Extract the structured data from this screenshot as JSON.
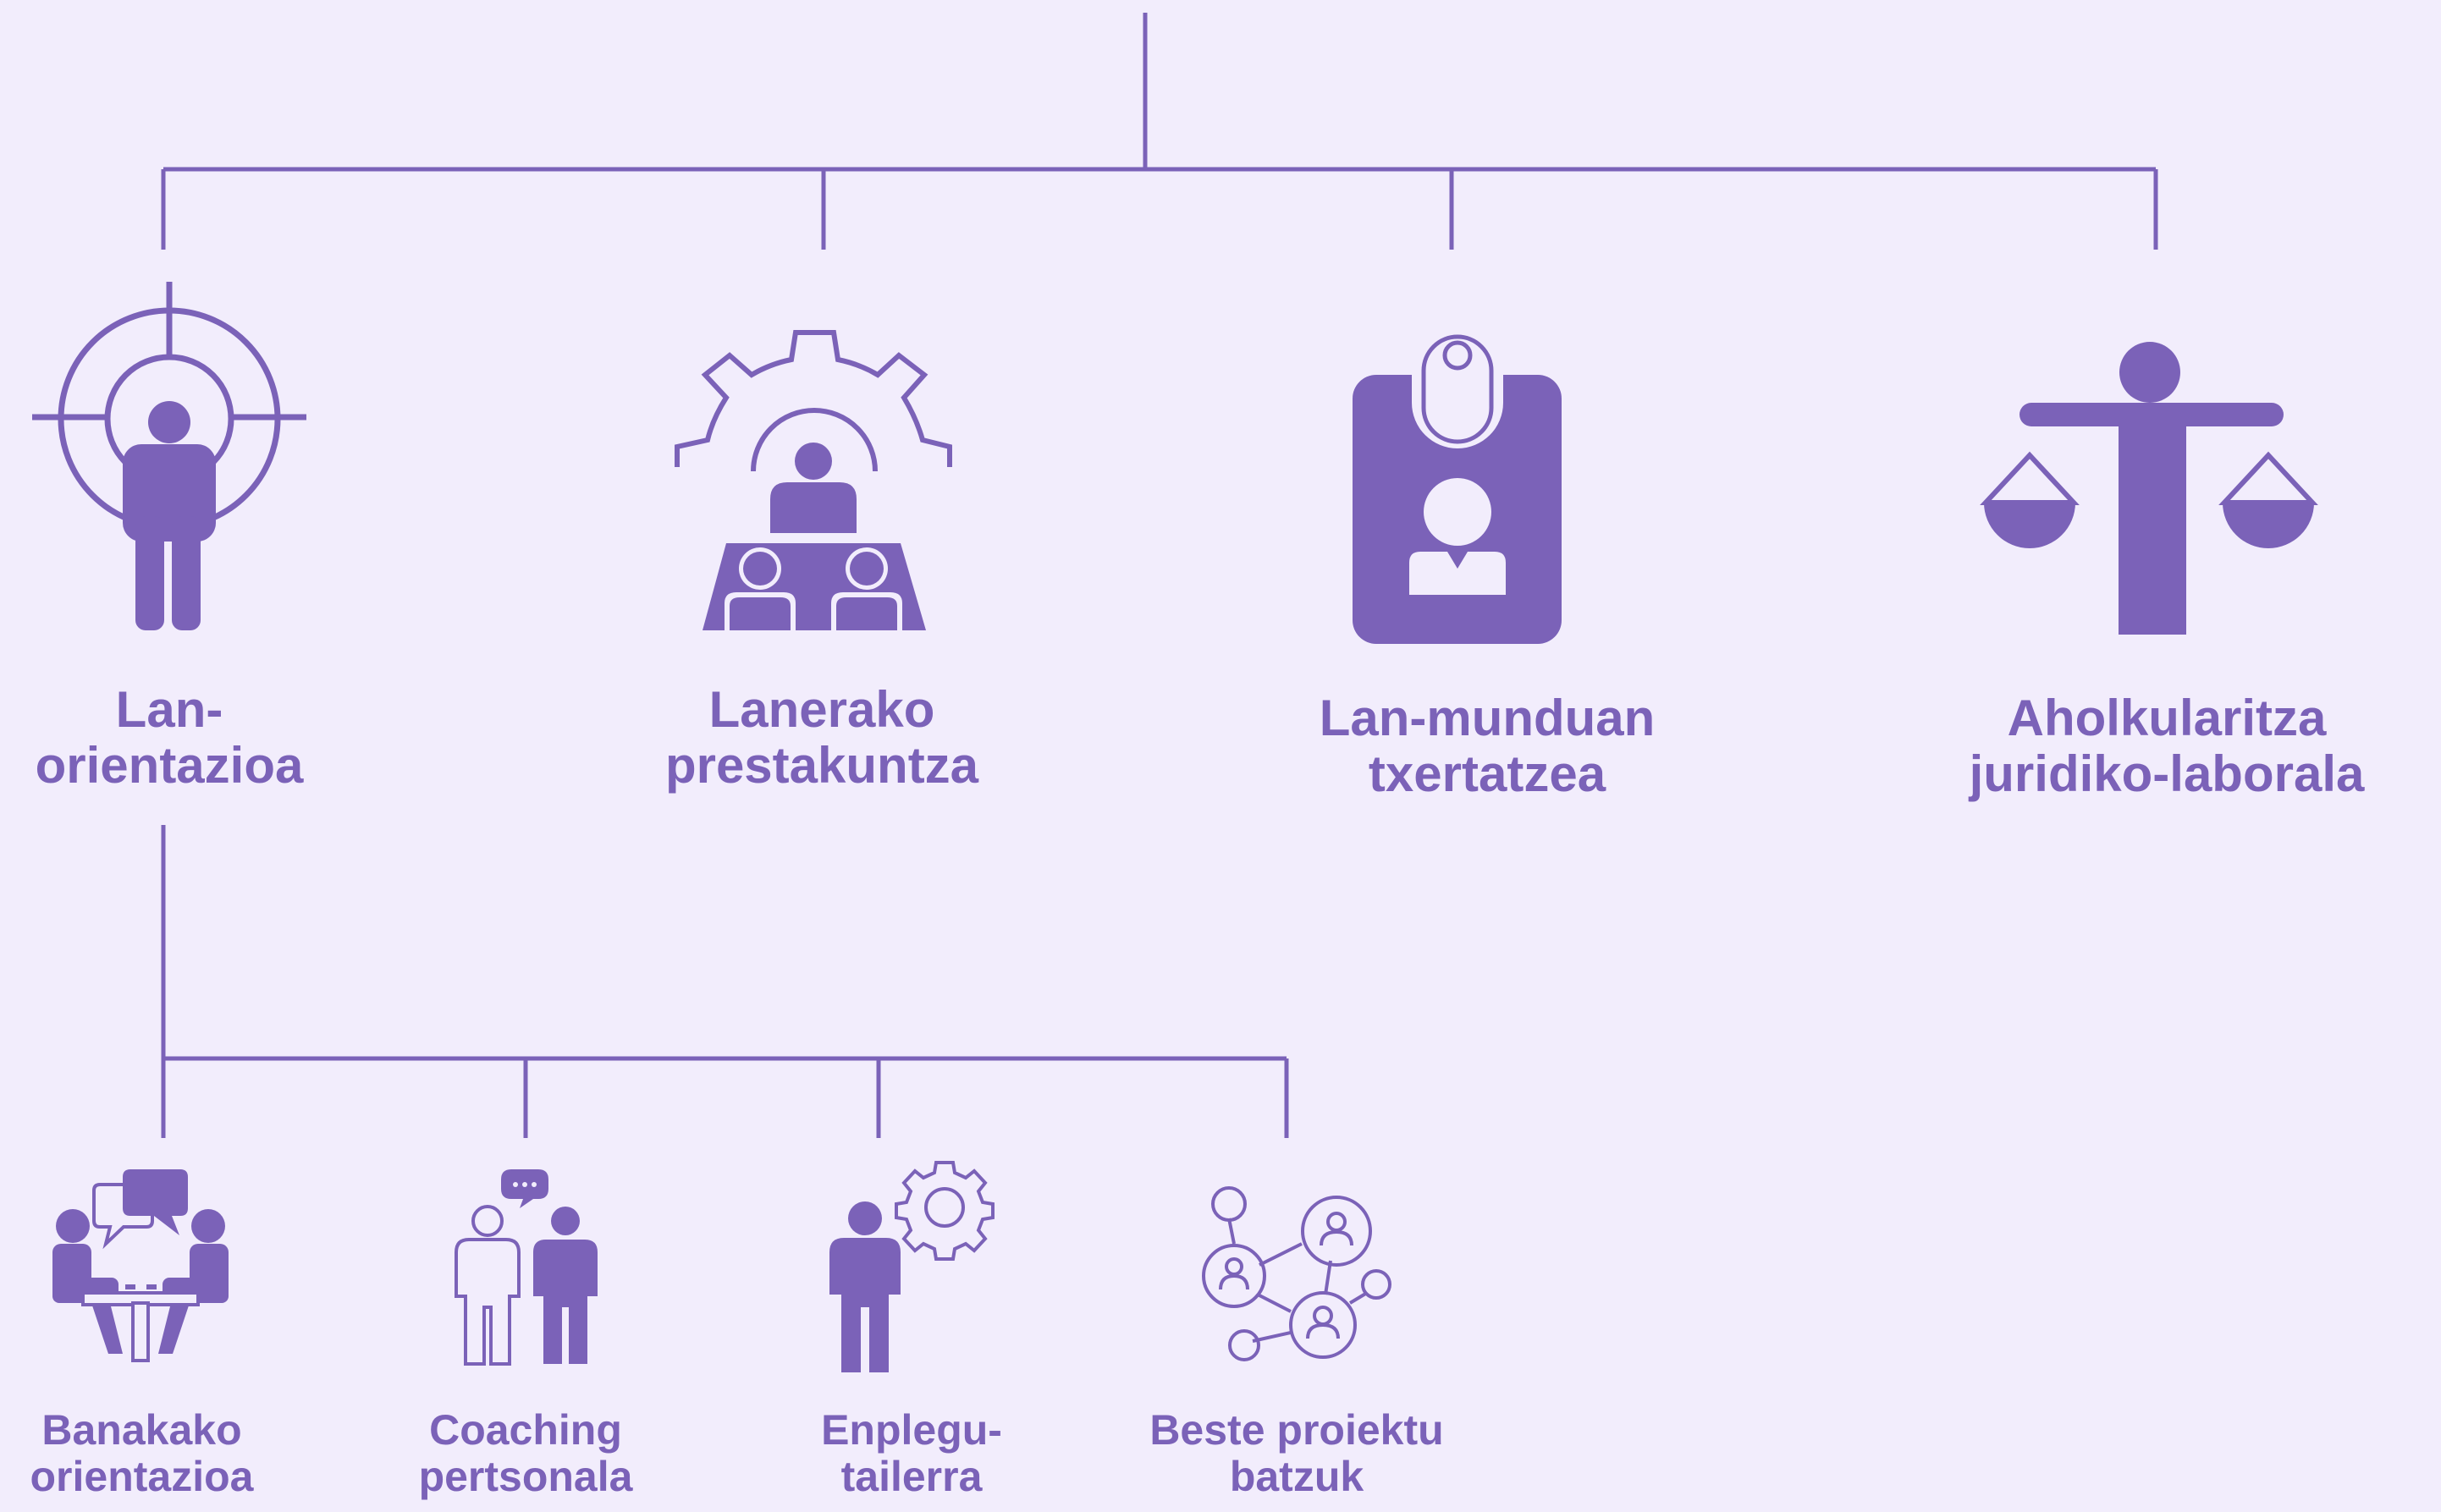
{
  "colors": {
    "background": "#f2edfc",
    "accent": "#7b62b8"
  },
  "categories": [
    {
      "icon": "target-person-icon",
      "lines": [
        "Lan-",
        "orientazioa"
      ]
    },
    {
      "icon": "training-gear-icon",
      "lines": [
        "Lanerako",
        "prestakuntza"
      ]
    },
    {
      "icon": "id-badge-icon",
      "lines": [
        "Lan-munduan",
        "txertatzea"
      ]
    },
    {
      "icon": "scales-justice-icon",
      "lines": [
        "Aholkularitza",
        "juridiko-laborala"
      ]
    }
  ],
  "subcategories": [
    {
      "icon": "meeting-chat-icon",
      "lines": [
        "Banakako",
        "orientazioa"
      ]
    },
    {
      "icon": "coaching-people-icon",
      "lines": [
        "Coaching",
        "pertsonala"
      ]
    },
    {
      "icon": "person-gear-icon",
      "lines": [
        "Enplegu-",
        "tailerra"
      ]
    },
    {
      "icon": "network-people-icon",
      "lines": [
        "Beste proiektu",
        "batzuk"
      ]
    }
  ]
}
